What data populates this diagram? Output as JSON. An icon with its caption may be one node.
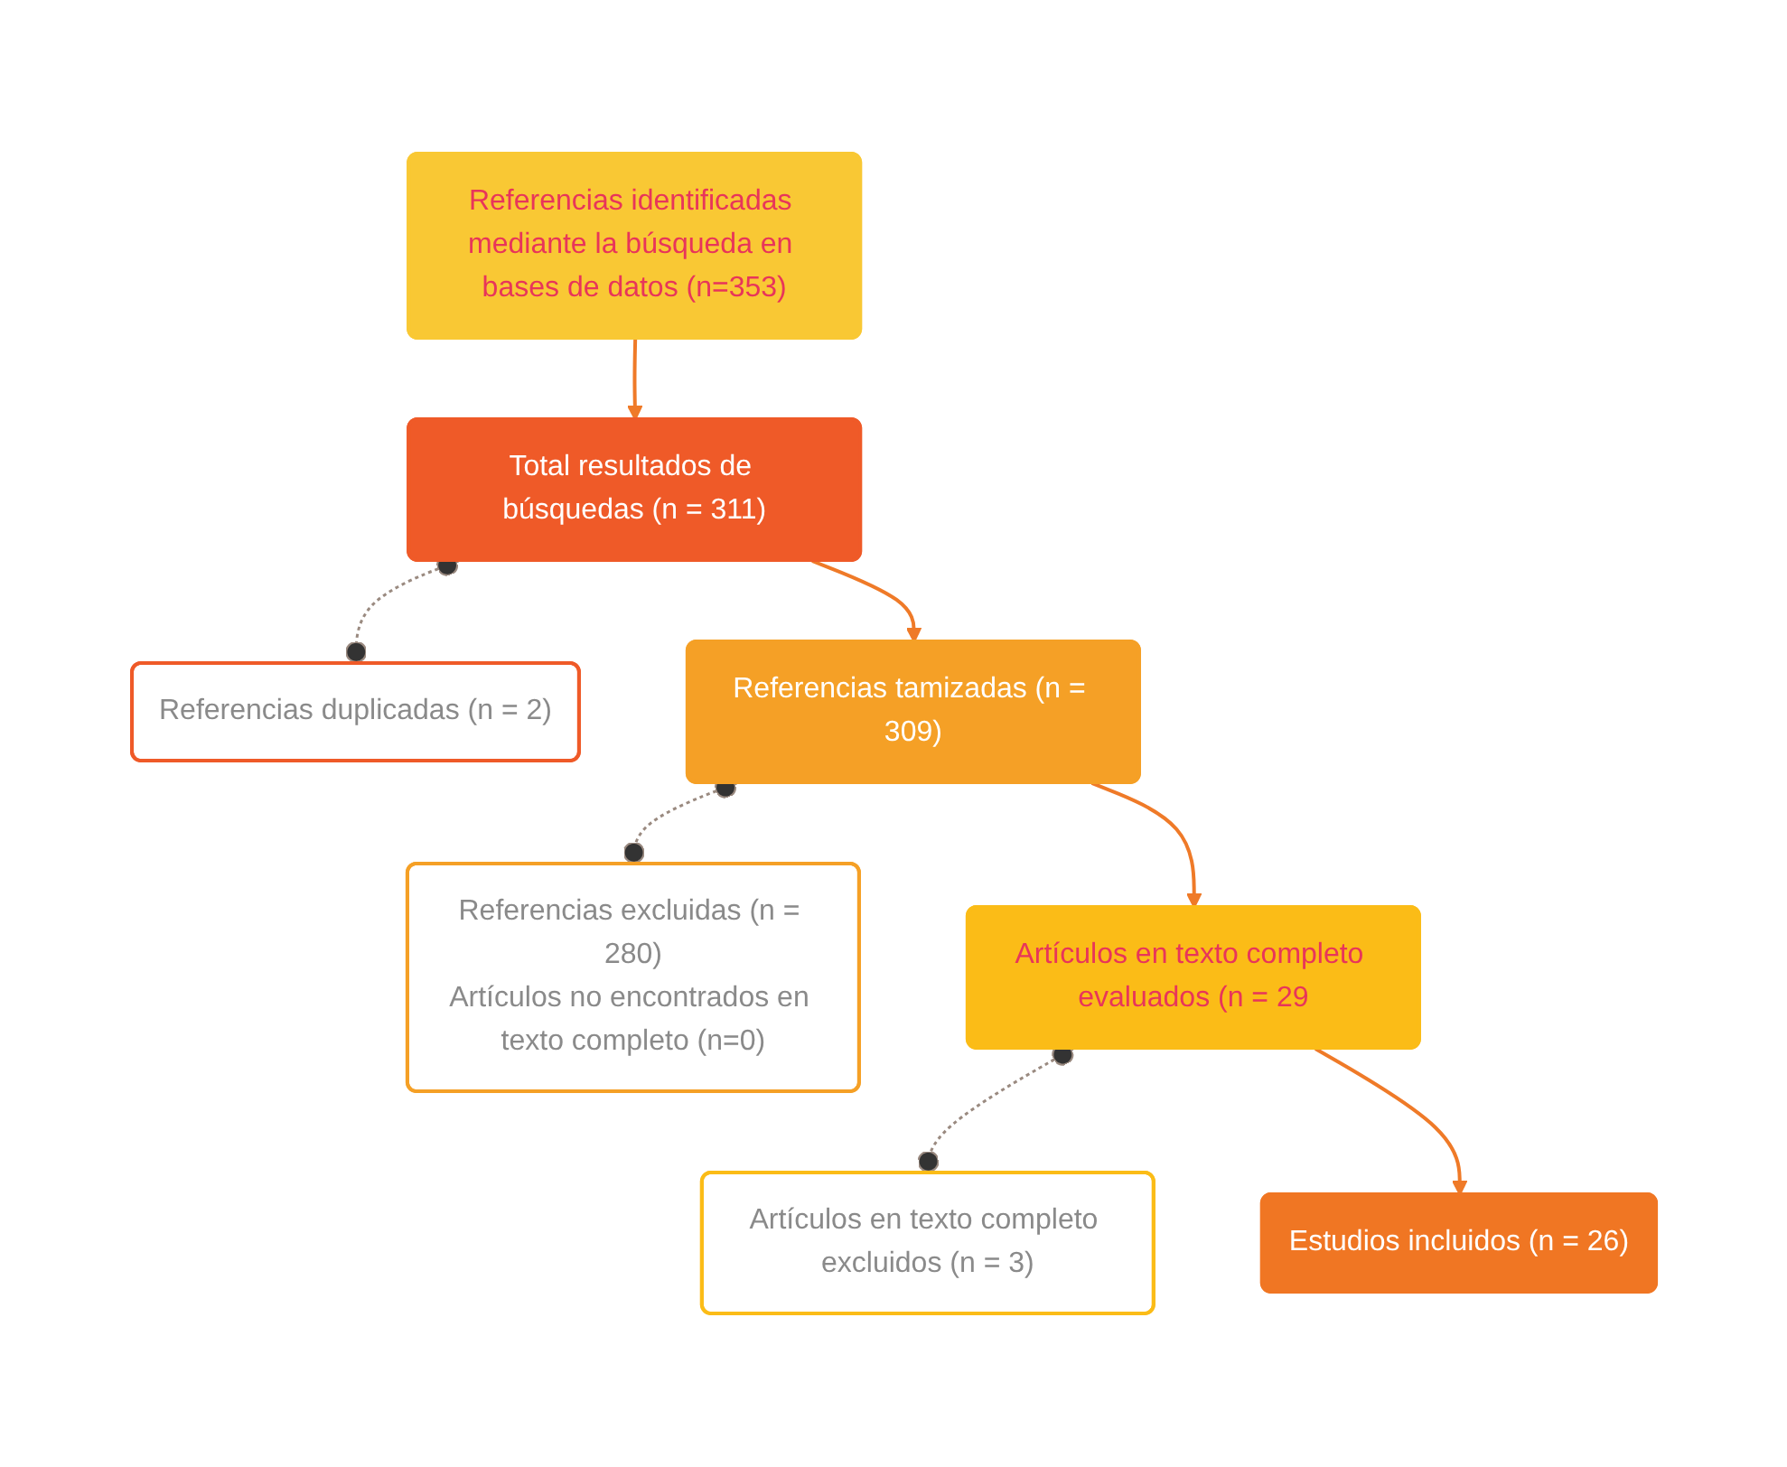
{
  "diagram": {
    "nodes": [
      {
        "text": [
          "Referencias identificadas mediante la búsqueda en bases de datos (n=353)"
        ]
      },
      {
        "text": [
          "Total resultados de búsquedas (n = 311)"
        ]
      },
      {
        "text": [
          "Referencias duplicadas (n = 2)"
        ]
      },
      {
        "text": [
          "Referencias tamizadas (n = 309)"
        ]
      },
      {
        "text": [
          "Referencias excluidas (n = 280)",
          "Artículos no encontrados en texto completo (n=0)"
        ]
      },
      {
        "text": [
          "Artículos en texto completo evaluados (n = 29"
        ]
      },
      {
        "text": [
          "Artículos en texto completo excluidos (n = 3)"
        ]
      },
      {
        "text": [
          "Estudios incluidos (n = 26)"
        ]
      }
    ],
    "edges": [
      {
        "from": 0,
        "to": 1,
        "arrow": "to"
      },
      {
        "from": 1,
        "to": 2,
        "arrow": "other",
        "style": "dashed"
      },
      {
        "from": 1,
        "to": 3,
        "arrow": "to"
      },
      {
        "from": 3,
        "to": 4,
        "arrow": "other",
        "style": "dashed"
      },
      {
        "from": 3,
        "to": 5,
        "arrow": "to"
      },
      {
        "from": 5,
        "to": 6,
        "arrow": "other",
        "style": "dashed"
      },
      {
        "from": 5,
        "to": 7,
        "arrow": "to"
      }
    ]
  }
}
